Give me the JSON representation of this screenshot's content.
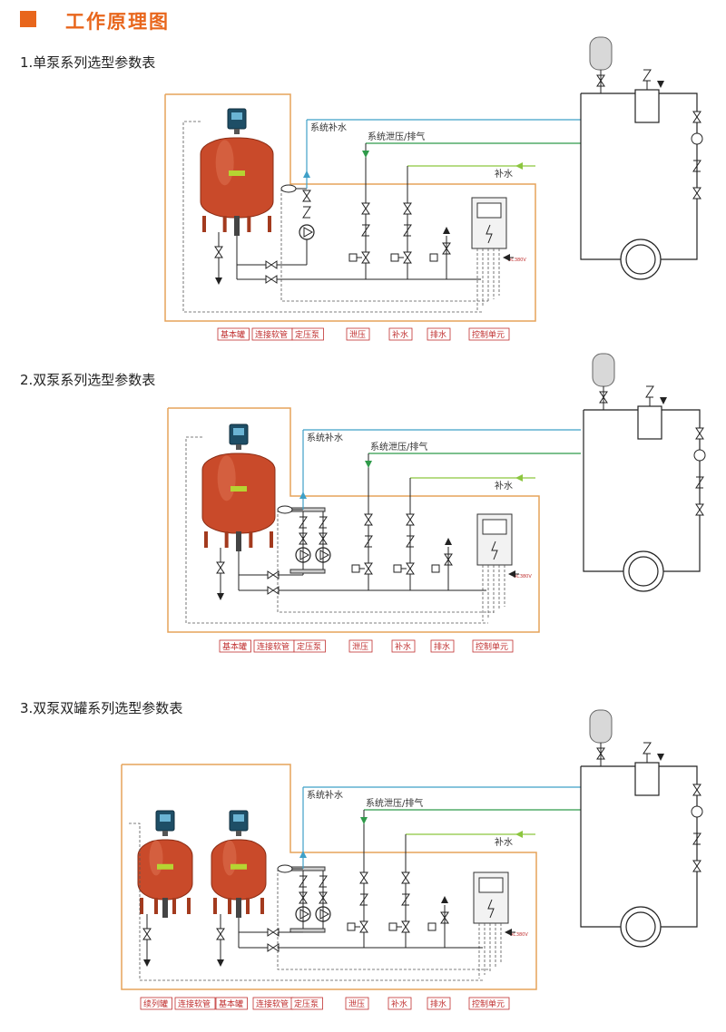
{
  "header": {
    "title": "工作原理图"
  },
  "sections": [
    {
      "title": "1.单泵系列选型参数表",
      "line_labels": {
        "supply": "系统补水",
        "relief": "系统泄压/排气",
        "makeup": "补水"
      },
      "controller_code": "AC380V",
      "components": [
        "基本罐",
        "连接软管",
        "定压泵",
        "泄压",
        "补水",
        "排水",
        "控制单元"
      ]
    },
    {
      "title": "2.双泵系列选型参数表",
      "line_labels": {
        "supply": "系统补水",
        "relief": "系统泄压/排气",
        "makeup": "补水"
      },
      "controller_code": "AC380V",
      "components": [
        "基本罐",
        "连接软管",
        "定压泵",
        "泄压",
        "补水",
        "排水",
        "控制单元"
      ]
    },
    {
      "title": "3.双泵双罐系列选型参数表",
      "line_labels": {
        "supply": "系统补水",
        "relief": "系统泄压/排气",
        "makeup": "补水"
      },
      "controller_code": "AC380V",
      "components": [
        "续列罐",
        "连接软管",
        "基本罐",
        "连接软管",
        "定压泵",
        "泄压",
        "补水",
        "排水",
        "控制单元"
      ]
    }
  ],
  "colors": {
    "accent": "#e8661c",
    "frame": "#e6a35a",
    "tank": "#c94a2a",
    "supply_line": "#3fa0c8",
    "relief_line": "#2f9a4a",
    "makeup_line": "#8cc63f"
  }
}
